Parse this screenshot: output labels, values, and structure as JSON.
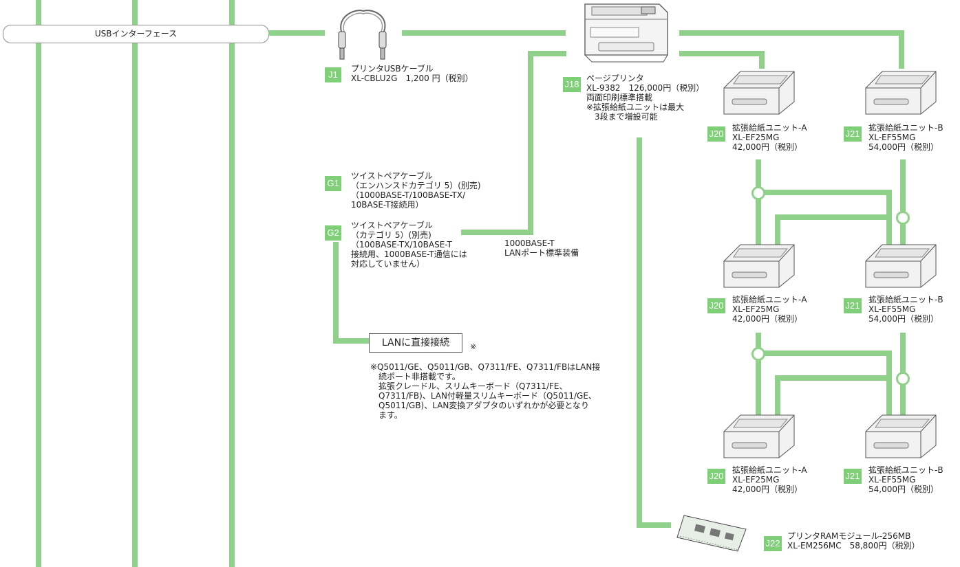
{
  "colors": {
    "line": "#8fd18a",
    "badge": "#7fcf79"
  },
  "usb_interface": "USBインターフェース",
  "usb_cable": {
    "code": "J1",
    "name": "プリンタUSBケーブル",
    "model_price": "XL-CBLU2G　1,200 円（税別）"
  },
  "printer": {
    "code": "J18",
    "name": "ページプリンタ",
    "model_price": "XL-9382　126,000円（税別）",
    "feature": "両面印刷標準搭載",
    "note1": "※拡張給紙ユニットは最大",
    "note2": "　3段まで増設可能"
  },
  "lan_port": {
    "line1": "1000BASE-T",
    "line2": "LANポート標準装備"
  },
  "cable_g1": {
    "code": "G1",
    "l1": "ツイストペアケーブル",
    "l2": "（エンハンスドカテゴリ 5）(別売)",
    "l3": "（1000BASE-T/100BASE-TX/",
    "l4": "10BASE-T接続用）"
  },
  "cable_g2": {
    "code": "G2",
    "l1": "ツイストペアケーブル",
    "l2": "（カテゴリ 5）(別売)",
    "l3": "（100BASE-TX/10BASE-T",
    "l4": "接続用、1000BASE-T通信には",
    "l5": "対応していません）"
  },
  "lan_direct": {
    "label": "LANに直接接続",
    "mark": "※"
  },
  "lan_note": {
    "l1": "※Q5011/GE、Q5011/GB、Q7311/FE、Q7311/FBはLAN接",
    "l2": "　続ポート非搭載です。",
    "l3": "　拡張クレードル、スリムキーボード（Q7311/FE、",
    "l4": "　Q7311/FB)、LAN付軽量スリムキーボード（Q5011/GE、",
    "l5": "　Q5011/GB)、LAN変換アダプタのいずれかが必要となり",
    "l6": "　ます。"
  },
  "unit_a": {
    "code": "J20",
    "name": "拡張給紙ユニット-A",
    "model": "XL-EF25MG",
    "price": "42,000円（税別）"
  },
  "unit_b": {
    "code": "J21",
    "name": "拡張給紙ユニット-B",
    "model": "XL-EF55MG",
    "price": "54,000円（税別）"
  },
  "ram": {
    "code": "J22",
    "name": "プリンタRAMモジュール-256MB",
    "model_price": "XL-EM256MC　58,800円（税別）"
  }
}
